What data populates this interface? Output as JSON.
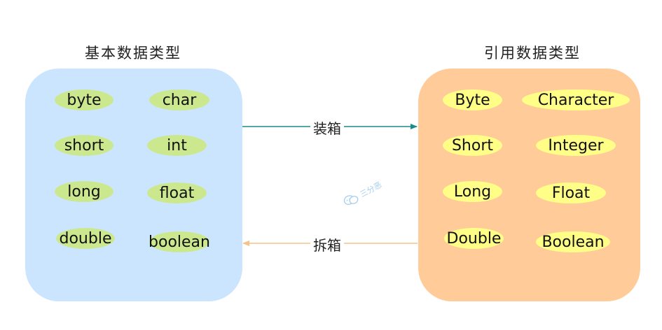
{
  "left": {
    "title": "基本数据类型",
    "items": [
      "byte",
      "char",
      "short",
      "int",
      "long",
      "float",
      "double",
      "boolean"
    ]
  },
  "right": {
    "title": "引用数据类型",
    "items": [
      "Byte",
      "Character",
      "Short",
      "Integer",
      "Long",
      "Float",
      "Double",
      "Boolean"
    ]
  },
  "arrows": {
    "boxing": "装箱",
    "unboxing": "拆箱"
  },
  "watermark": "三分恶",
  "colors": {
    "left_panel": "#cce5ff",
    "right_panel": "#ffcc99",
    "left_pill": "#cce88f",
    "right_pill": "#ffff88",
    "boxing_arrow": "#1a8a8a",
    "unboxing_arrow": "#f5c28c"
  }
}
